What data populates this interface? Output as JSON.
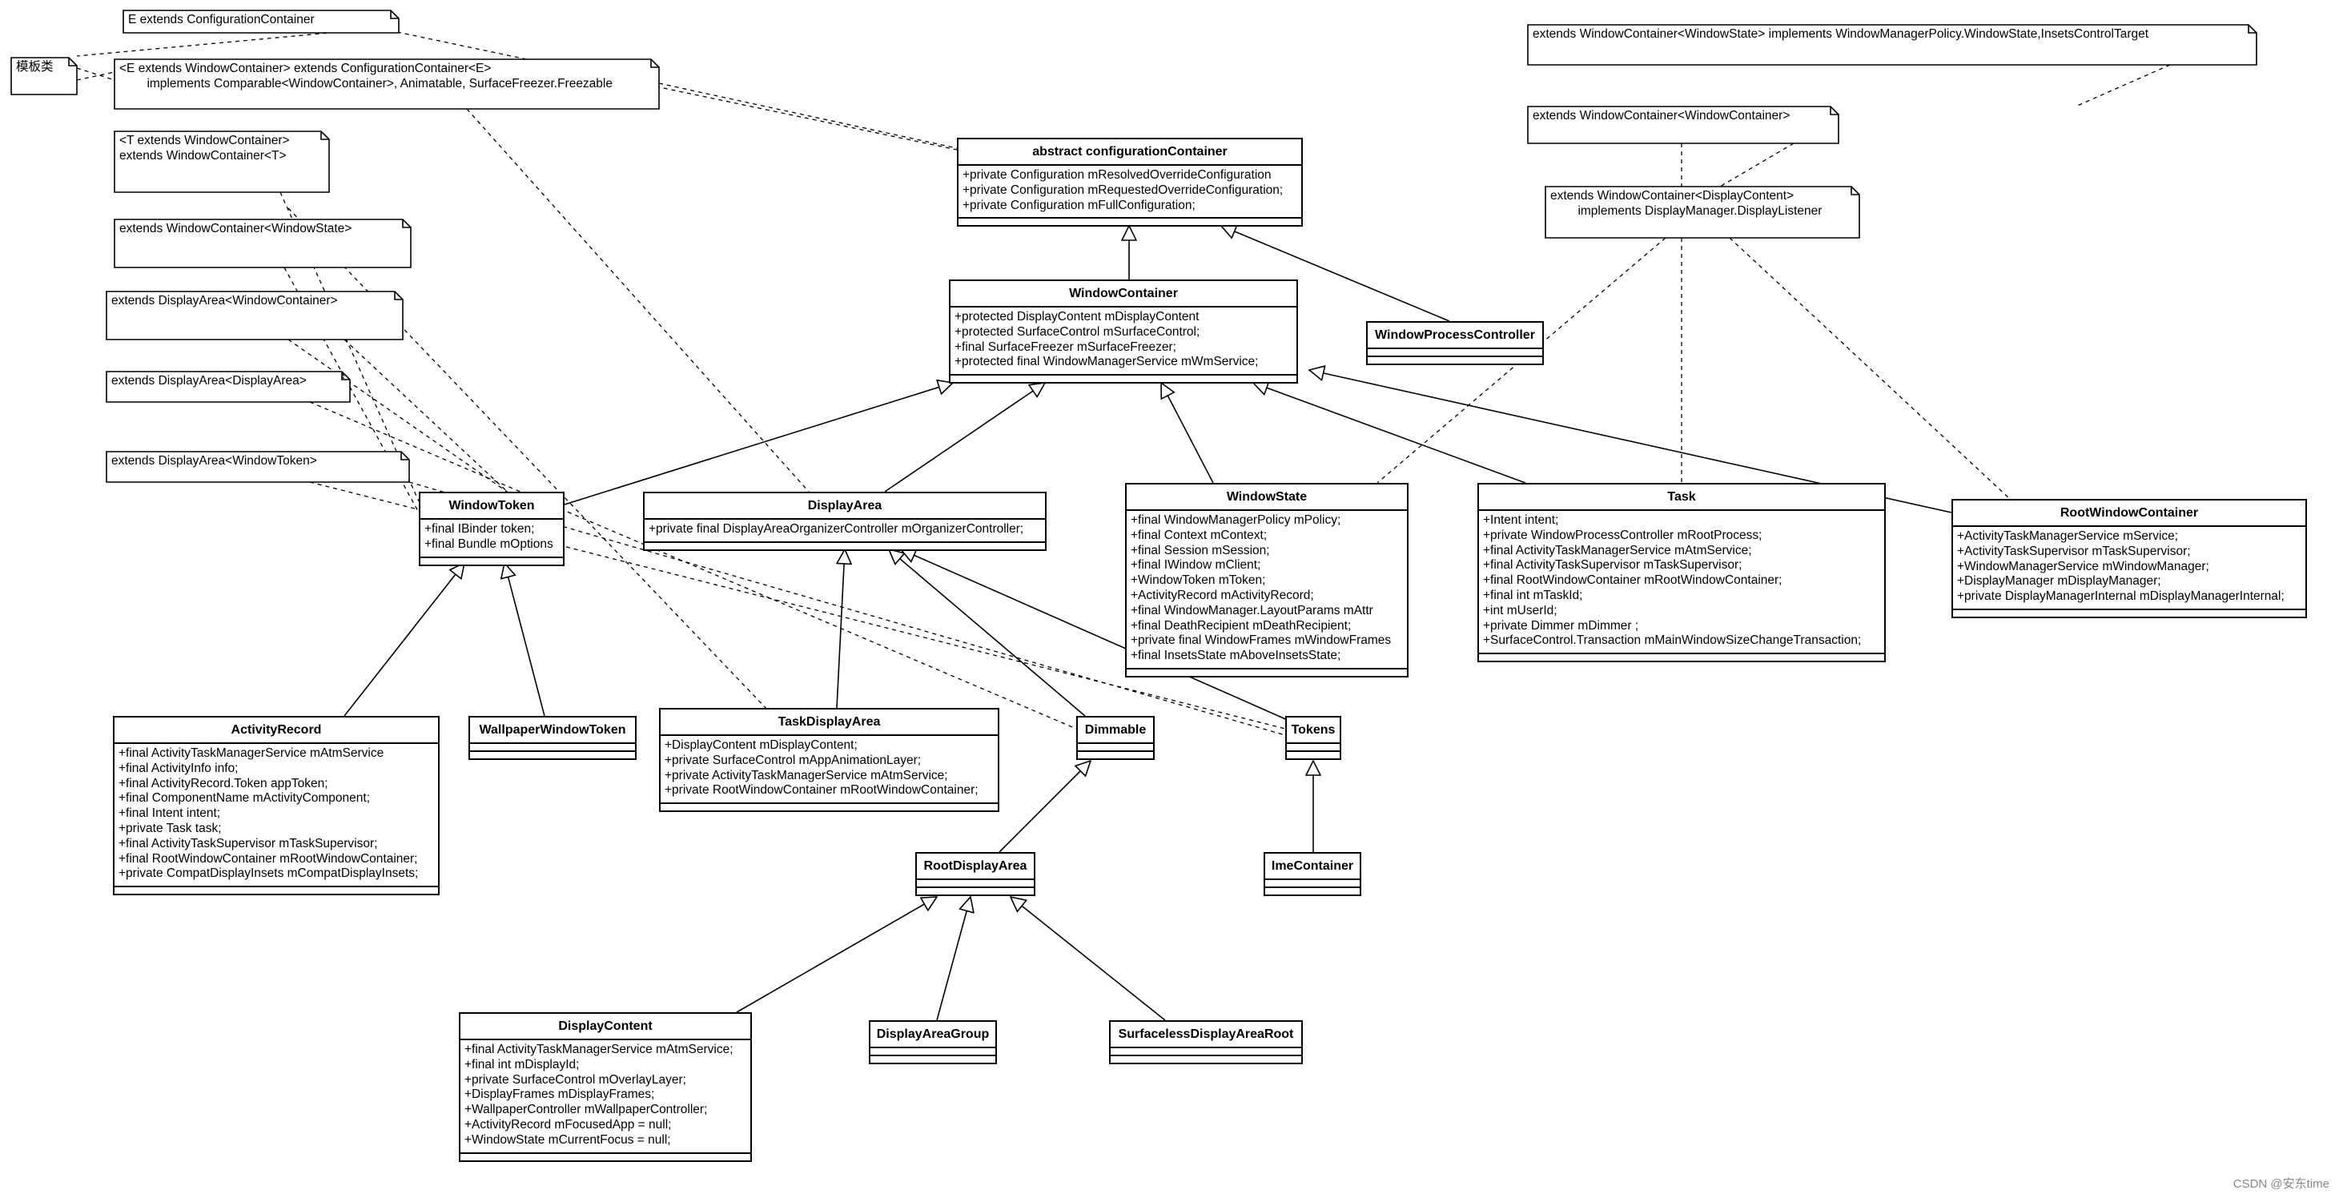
{
  "notes": [
    {
      "id": "n_config",
      "text": "E extends ConfigurationContainer"
    },
    {
      "id": "n_template",
      "text": "模板类"
    },
    {
      "id": "n_wc_generic",
      "text": "<E extends WindowContainer> extends ConfigurationContainer<E>\n        implements Comparable<WindowContainer>, Animatable, SurfaceFreezer.Freezable"
    },
    {
      "id": "n_token_generic",
      "text": "<T extends WindowContainer>\nextends WindowContainer<T>"
    },
    {
      "id": "n_ext_wstate",
      "text": "extends WindowContainer<WindowState>"
    },
    {
      "id": "n_da_wc",
      "text": "extends DisplayArea<WindowContainer>"
    },
    {
      "id": "n_da_da",
      "text": "extends DisplayArea<DisplayArea>"
    },
    {
      "id": "n_da_token",
      "text": "extends DisplayArea<WindowToken>"
    },
    {
      "id": "n_ws_impl",
      "text": "extends WindowContainer<WindowState> implements WindowManagerPolicy.WindowState,InsetsControlTarget"
    },
    {
      "id": "n_wc_wc",
      "text": "extends WindowContainer<WindowContainer>"
    },
    {
      "id": "n_dc_impl",
      "text": "extends WindowContainer<DisplayContent>\n        implements DisplayManager.DisplayListener"
    }
  ],
  "classes": [
    {
      "id": "configurationContainer",
      "title": "abstract configurationContainer",
      "attrs": [
        "+private Configuration mResolvedOverrideConfiguration",
        "+private Configuration mRequestedOverrideConfiguration;",
        "+private Configuration mFullConfiguration;"
      ]
    },
    {
      "id": "WindowContainer",
      "title": "WindowContainer",
      "attrs": [
        "+protected DisplayContent mDisplayContent",
        "+protected SurfaceControl mSurfaceControl;",
        "+final SurfaceFreezer mSurfaceFreezer;",
        "+protected final WindowManagerService mWmService;"
      ]
    },
    {
      "id": "WindowProcessController",
      "title": "WindowProcessController",
      "attrs": []
    },
    {
      "id": "WindowToken",
      "title": "WindowToken",
      "attrs": [
        "+final IBinder token;",
        "+final Bundle mOptions"
      ]
    },
    {
      "id": "DisplayArea",
      "title": "DisplayArea",
      "attrs": [
        "+private final DisplayAreaOrganizerController mOrganizerController;"
      ]
    },
    {
      "id": "WindowState",
      "title": "WindowState",
      "attrs": [
        "+final WindowManagerPolicy mPolicy;",
        "+final Context mContext;",
        "+final Session mSession;",
        "+final IWindow mClient;",
        "+WindowToken mToken;",
        "+ActivityRecord mActivityRecord;",
        "+final WindowManager.LayoutParams mAttr",
        "+final DeathRecipient mDeathRecipient;",
        "+private final WindowFrames mWindowFrames",
        "+final InsetsState mAboveInsetsState;"
      ]
    },
    {
      "id": "Task",
      "title": "Task",
      "attrs": [
        "+Intent intent;",
        "+private WindowProcessController mRootProcess;",
        "+final ActivityTaskManagerService mAtmService;",
        "+final ActivityTaskSupervisor mTaskSupervisor;",
        "+final RootWindowContainer mRootWindowContainer;",
        "+final int mTaskId;",
        "+int mUserId;",
        "+private Dimmer mDimmer ;",
        "+SurfaceControl.Transaction mMainWindowSizeChangeTransaction;"
      ]
    },
    {
      "id": "RootWindowContainer",
      "title": "RootWindowContainer",
      "attrs": [
        "+ActivityTaskManagerService mService;",
        "+ActivityTaskSupervisor mTaskSupervisor;",
        "+WindowManagerService mWindowManager;",
        "+DisplayManager mDisplayManager;",
        "+private DisplayManagerInternal mDisplayManagerInternal;"
      ]
    },
    {
      "id": "ActivityRecord",
      "title": "ActivityRecord",
      "attrs": [
        "+final ActivityTaskManagerService mAtmService",
        "+final ActivityInfo info;",
        "+final ActivityRecord.Token appToken;",
        "+final ComponentName mActivityComponent;",
        "+final Intent intent;",
        "+private Task task;",
        "+final ActivityTaskSupervisor mTaskSupervisor;",
        "+final RootWindowContainer mRootWindowContainer;",
        "+private CompatDisplayInsets mCompatDisplayInsets;"
      ]
    },
    {
      "id": "WallpaperWindowToken",
      "title": "WallpaperWindowToken",
      "attrs": []
    },
    {
      "id": "TaskDisplayArea",
      "title": "TaskDisplayArea",
      "attrs": [
        "+DisplayContent mDisplayContent;",
        "+private SurfaceControl mAppAnimationLayer;",
        "+private ActivityTaskManagerService mAtmService;",
        "+private RootWindowContainer mRootWindowContainer;"
      ]
    },
    {
      "id": "Dimmable",
      "title": "Dimmable",
      "attrs": []
    },
    {
      "id": "Tokens",
      "title": "Tokens",
      "attrs": []
    },
    {
      "id": "RootDisplayArea",
      "title": "RootDisplayArea",
      "attrs": []
    },
    {
      "id": "ImeContainer",
      "title": "ImeContainer",
      "attrs": []
    },
    {
      "id": "DisplayContent",
      "title": "DisplayContent",
      "attrs": [
        "+final ActivityTaskManagerService mAtmService;",
        "+final int mDisplayId;",
        "+private SurfaceControl mOverlayLayer;",
        "+DisplayFrames mDisplayFrames;",
        "+WallpaperController mWallpaperController;",
        "+ActivityRecord mFocusedApp = null;",
        "+WindowState mCurrentFocus = null;"
      ]
    },
    {
      "id": "DisplayAreaGroup",
      "title": "DisplayAreaGroup",
      "attrs": []
    },
    {
      "id": "SurfacelessDisplayAreaRoot",
      "title": "SurfacelessDisplayAreaRoot",
      "attrs": []
    }
  ],
  "watermark": "CSDN @安东time"
}
